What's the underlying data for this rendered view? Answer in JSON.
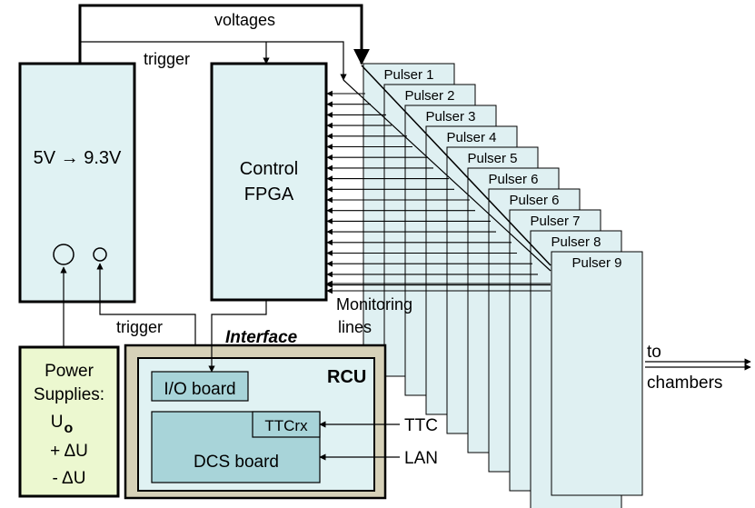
{
  "labels": {
    "voltages": "voltages",
    "trigger_top": "trigger",
    "converter": "5V → 9.3V",
    "fpga_line1": "Control",
    "fpga_line2": "FPGA",
    "monitoring_line1": "Monitoring",
    "monitoring_line2": "lines",
    "trigger_bottom": "trigger",
    "interface": "Interface",
    "rcu": "RCU",
    "io_board": "I/O board",
    "ttcrx": "TTCrx",
    "dcs_board": "DCS board",
    "ttc": "TTC",
    "lan": "LAN",
    "to": "to",
    "chambers": "chambers"
  },
  "power_supplies": {
    "line1": "Power",
    "line2": "Supplies:",
    "line3_main": "U",
    "line3_sub": "o",
    "line4": "+ ΔU",
    "line5": "- ΔU"
  },
  "pulsers": [
    "Pulser 1",
    "Pulser 2",
    "Pulser 3",
    "Pulser 4",
    "Pulser 5",
    "Pulser 6",
    "Pulser 6",
    "Pulser 7",
    "Pulser 8",
    "Pulser 9"
  ],
  "colors": {
    "box_fill": "#e0f2f3",
    "pulser_fill": "#dff0f2",
    "power_fill": "#ecf8d0",
    "interface_fill": "#d6d1b8",
    "board_fill": "#a8d4d9",
    "line": "#000000"
  }
}
